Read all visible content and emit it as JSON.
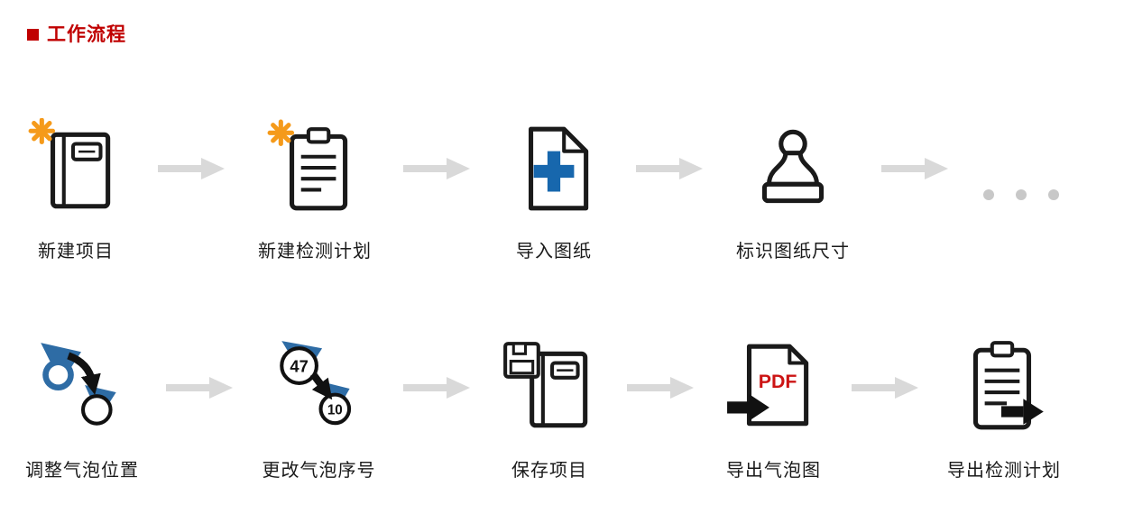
{
  "title": {
    "text": "工作流程"
  },
  "colors": {
    "title_red": "#c00000",
    "arrow_gray": "#d9d9d9",
    "accent_orange": "#f59a1a",
    "accent_blue": "#1767ad",
    "pdf_red": "#cc1414",
    "outline_black": "#1a1a1a",
    "dots_gray": "#c8c8c8"
  },
  "flow": {
    "row1": {
      "steps": [
        {
          "id": "new-project",
          "label": "新建项目"
        },
        {
          "id": "new-inspection-plan",
          "label": "新建检测计划"
        },
        {
          "id": "import-drawing",
          "label": "导入图纸"
        },
        {
          "id": "mark-drawing-size",
          "label": "标识图纸尺寸"
        },
        {
          "id": "more-steps",
          "label": ""
        }
      ]
    },
    "row2": {
      "steps": [
        {
          "id": "adjust-balloon-position",
          "label": "调整气泡位置"
        },
        {
          "id": "change-balloon-number",
          "label": "更改气泡序号",
          "balloon_from": "47",
          "balloon_to": "10"
        },
        {
          "id": "save-project",
          "label": "保存项目"
        },
        {
          "id": "export-balloon-drawing",
          "label": "导出气泡图",
          "badge": "PDF"
        },
        {
          "id": "export-inspection-plan",
          "label": "导出检测计划"
        }
      ]
    }
  }
}
